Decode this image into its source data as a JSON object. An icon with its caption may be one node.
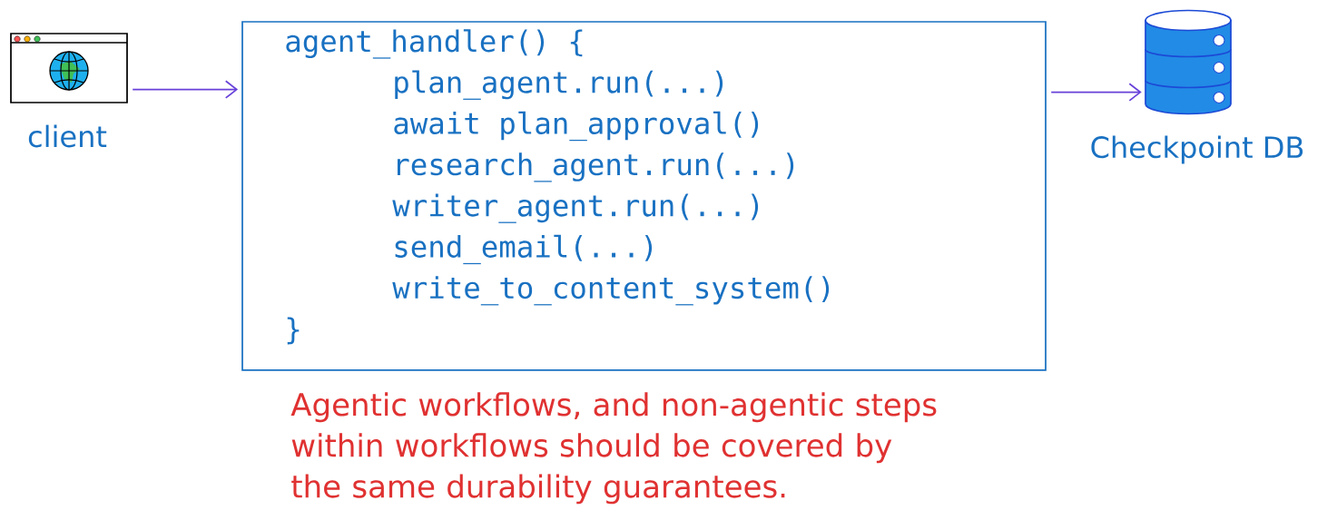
{
  "diagram": {
    "nodes": [
      {
        "text": [],
        "shape": "picture",
        "beside": [
          "client"
        ]
      },
      {
        "text": [
          "agent_handler() {",
          "plan_agent.run(...)",
          "await plan_approval()",
          "research_agent.run(...)",
          "writer_agent.run(...)",
          "send_email(...)",
          "write_to_content_system()",
          "}"
        ]
      },
      {
        "text": [],
        "shape": "cylinder",
        "beside": [
          "Checkpoint DB"
        ]
      }
    ],
    "edges": [
      {
        "from": 0,
        "to": 1,
        "arrow": "to"
      },
      {
        "from": 1,
        "to": 2,
        "arrow": "to"
      }
    ],
    "labels": [
      "Agentic workflows, and non-agentic steps within workflows should be covered by the same durability guarantees."
    ]
  }
}
